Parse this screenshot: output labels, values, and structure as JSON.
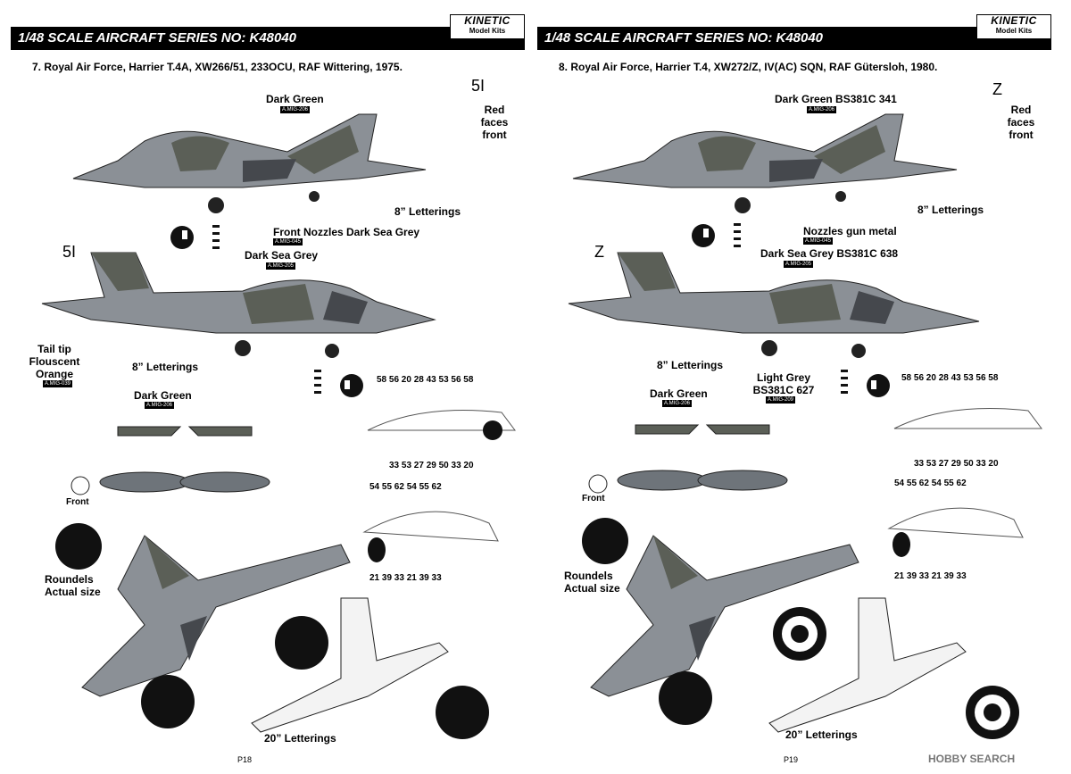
{
  "brand": {
    "name": "KINETIC",
    "sub": "Model Kits"
  },
  "colors": {
    "dark_green": "#5b5f57",
    "dark_sea_grey": "#6e747a",
    "light_grey": "#b4b9bd",
    "roundel": "#111111"
  },
  "left": {
    "header": "1/48 SCALE AIRCRAFT SERIES NO: K48040",
    "title": "7. Royal Air Force, Harrier T.4A, XW266/51, 233OCU, RAF Wittering, 1975.",
    "code_letter": "5I",
    "serial": "XW266",
    "labels": {
      "top_green": "Dark Green",
      "top_green_code": "A.MIG-206",
      "red": "Red faces front",
      "letter8_a": "8” Letterings",
      "nozzles": "Front Nozzles Dark Sea Grey",
      "nozzles_code": "A.MIG-045",
      "sea_grey": "Dark Sea Grey",
      "sea_grey_code": "A.MIG-205",
      "tail_tip": "Tail tip Flouscent Orange",
      "tail_tip_code": "A.MIG-039",
      "letter8_b": "8” Letterings",
      "tank_green": "Dark Green",
      "tank_green_code": "A.MIG-206",
      "front": "Front",
      "roundels": "Roundels Actual size",
      "letter20": "20” Letterings"
    },
    "canopy_top_nums": "58 56 20 28 43 53 56 58",
    "canopy_bottom_nums": "33 53 27 29 50 33 20",
    "canopy2_top_nums": "54 55    62    54 55 62",
    "canopy2_bottom_nums": "21 39 33 21 39 33",
    "page": "P18"
  },
  "right": {
    "header": "1/48 SCALE AIRCRAFT SERIES NO: K48040",
    "title": "8. Royal Air Force, Harrier T.4, XW272/Z, IV(AC) SQN, RAF Gütersloh, 1980.",
    "code_letter": "Z",
    "serial": "XW272",
    "labels": {
      "top_green": "Dark Green BS381C 341",
      "top_green_code": "A.MIG-206",
      "red": "Red faces front",
      "letter8_a": "8” Letterings",
      "nozzles": "Nozzles gun metal",
      "nozzles_code": "A.MIG-045",
      "sea_grey": "Dark Sea Grey  BS381C 638",
      "sea_grey_code": "A.MIG-205",
      "letter8_b": "8” Letterings",
      "light_grey": "Light Grey BS381C 627",
      "light_grey_code": "A.MIG-209",
      "tank_green": "Dark Green",
      "tank_green_code": "A.MIG-206",
      "front": "Front",
      "roundels": "Roundels Actual size",
      "letter20": "20” Letterings"
    },
    "canopy_top_nums": "58 56 20 28 43 53 56 58",
    "canopy_bottom_nums": "33 53 27 29 50 33 20",
    "canopy2_top_nums": "54 55    62    54 55 62",
    "canopy2_bottom_nums": "21 39 33 21 39 33",
    "page": "P19"
  },
  "watermark": "HOBBY SEARCH"
}
